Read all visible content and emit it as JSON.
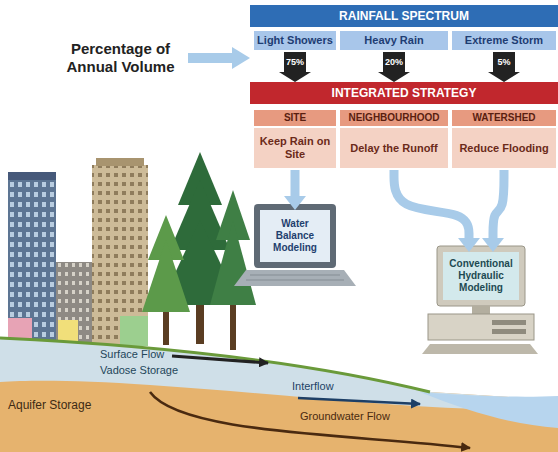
{
  "diagram": {
    "nodes": [
      {
        "text": [
          "RAINFALL SPECTRUM"
        ]
      },
      {
        "text": [
          "Light Showers"
        ]
      },
      {
        "text": [
          "Heavy Rain"
        ]
      },
      {
        "text": [
          "Extreme Storm"
        ]
      },
      {
        "text": [
          "INTEGRATED STRATEGY"
        ]
      },
      {
        "text": [
          "SITE",
          "Keep Rain on Site"
        ]
      },
      {
        "text": [
          "NEIGHBOURHOOD",
          "Delay the Runoff"
        ]
      },
      {
        "text": [
          "WATERSHED",
          "Reduce Flooding"
        ]
      },
      {
        "text": [
          "Water Balance Modeling"
        ]
      },
      {
        "text": [
          "Conventional Hydraulic Modeling"
        ]
      }
    ],
    "edges": [
      {
        "from": 1,
        "to": 4,
        "label": "75%",
        "arrow": "to"
      },
      {
        "from": 2,
        "to": 4,
        "label": "20%",
        "arrow": "to"
      },
      {
        "from": 3,
        "to": 4,
        "label": "5%",
        "arrow": "to"
      },
      {
        "from": 5,
        "to": 8,
        "arrow": "to"
      },
      {
        "from": 6,
        "to": 9,
        "arrow": "to"
      },
      {
        "from": 7,
        "to": 9,
        "arrow": "to"
      }
    ],
    "labels": [
      "Percentage of Annual Volume",
      "Surface Flow",
      "Vadose Storage",
      "Interflow",
      "Aquifer Storage",
      "Groundwater Flow"
    ]
  }
}
